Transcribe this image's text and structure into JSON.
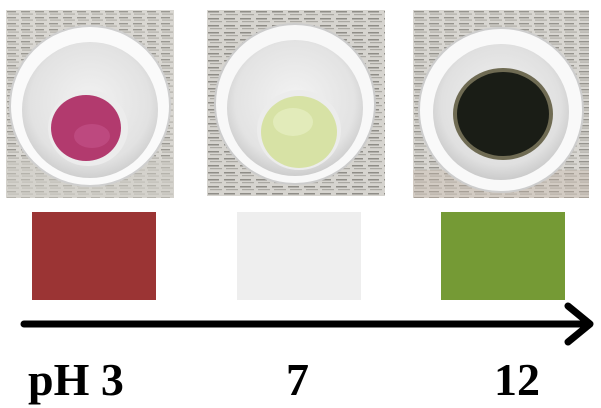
{
  "samples": [
    {
      "ph_label": "pH 3",
      "liquid_color": "#b23a6e",
      "swatch_color": "#9b3434"
    },
    {
      "ph_label": "7",
      "liquid_color": "#d7e2a5",
      "swatch_color": "#eeeeee"
    },
    {
      "ph_label": "12",
      "liquid_color": "#1a1d16",
      "swatch_color": "#759a35"
    }
  ],
  "arrow_color": "#000000"
}
